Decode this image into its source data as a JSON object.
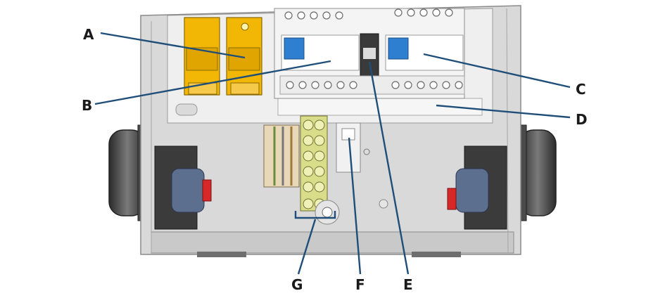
{
  "figure": {
    "callouts": [
      {
        "id": "A",
        "label": "A"
      },
      {
        "id": "B",
        "label": "B"
      },
      {
        "id": "C",
        "label": "C"
      },
      {
        "id": "D",
        "label": "D"
      },
      {
        "id": "E",
        "label": "E"
      },
      {
        "id": "F",
        "label": "F"
      },
      {
        "id": "G",
        "label": "G"
      }
    ],
    "colors": {
      "leader": "#1f4e79",
      "enclosure": "#d9d9d9",
      "enclosure_edge": "#8a8a8a",
      "mounting_plate": "#efefef",
      "spd_yellow": "#f2b705",
      "terminal_green": "#d9dd8a",
      "connector_blue": "#5c6f8f",
      "handle_red": "#d62828",
      "breaker_blue": "#2f7fd1",
      "cable_gland": "#3f3f3f"
    }
  }
}
